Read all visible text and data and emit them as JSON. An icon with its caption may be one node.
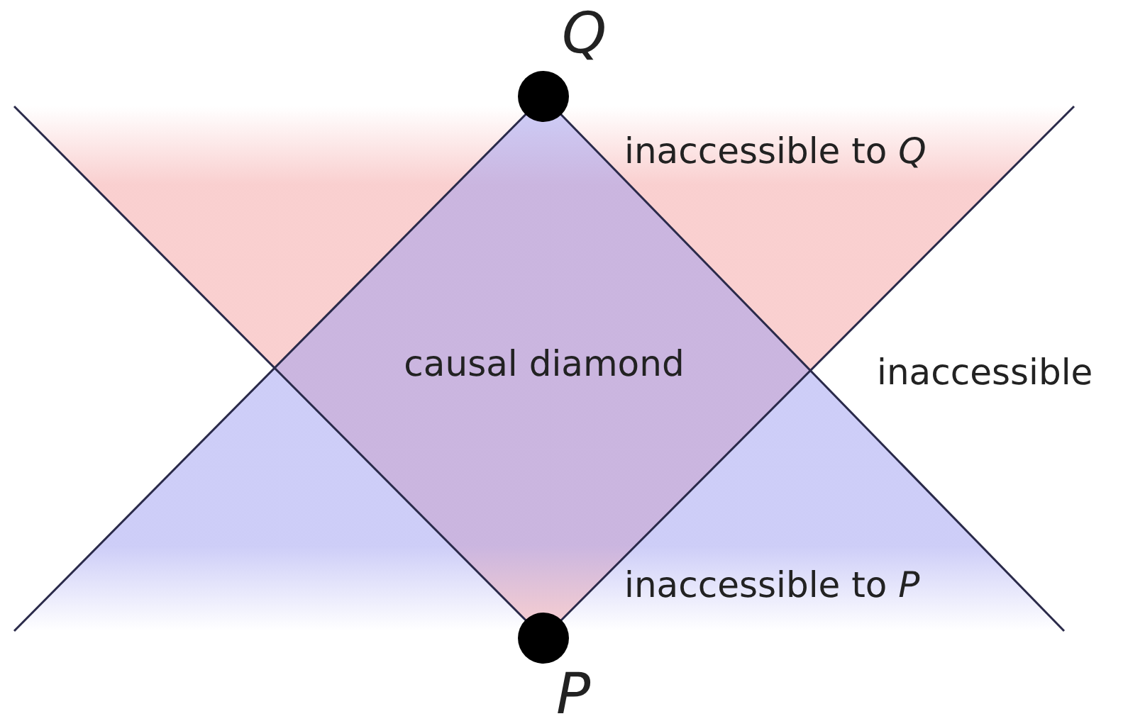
{
  "diagram": {
    "nodes": [
      {
        "text": [
          "Q"
        ]
      },
      {
        "text": [
          "inaccessible to *Q*"
        ]
      },
      {
        "text": [
          "causal diamond"
        ]
      },
      {
        "text": [
          "inaccessible to *P*"
        ]
      },
      {
        "text": [
          "P"
        ]
      }
    ],
    "labels": [
      "inaccessible"
    ]
  }
}
